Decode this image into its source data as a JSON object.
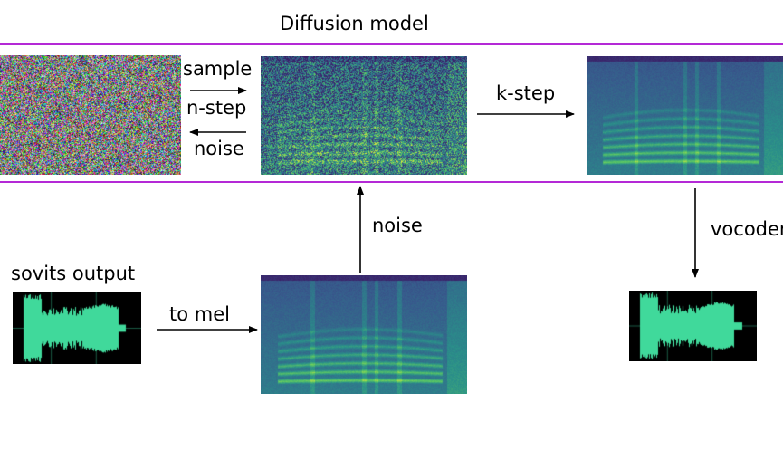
{
  "diagram": {
    "title": "Diffusion model",
    "labels": {
      "sample": "sample",
      "n_step": "n-step",
      "noise_back": "noise",
      "k_step": "k-step",
      "noise_up": "noise",
      "vocoder": "vocoder",
      "sovits_output": "sovits output",
      "to_mel": "to mel"
    },
    "colors": {
      "band_border": "#b429d6",
      "arrow": "#000000",
      "waveform": "#40d99b",
      "waveform_bg": "#000000",
      "waveform_axis": "#1a5a44",
      "spectrogram_low": "#3a1f67",
      "spectrogram_mid": "#2a8f8a",
      "spectrogram_high": "#e6e83a"
    },
    "panels": [
      {
        "name": "random-noise",
        "kind": "noise"
      },
      {
        "name": "noisy-mel-spectrogram",
        "kind": "noisy-spectrogram"
      },
      {
        "name": "denoised-mel-spectrogram",
        "kind": "spectrogram"
      },
      {
        "name": "sovits-output-mel-spectrogram",
        "kind": "spectrogram"
      },
      {
        "name": "sovits-output-waveform",
        "kind": "waveform"
      },
      {
        "name": "vocoder-output-waveform",
        "kind": "waveform"
      }
    ]
  }
}
